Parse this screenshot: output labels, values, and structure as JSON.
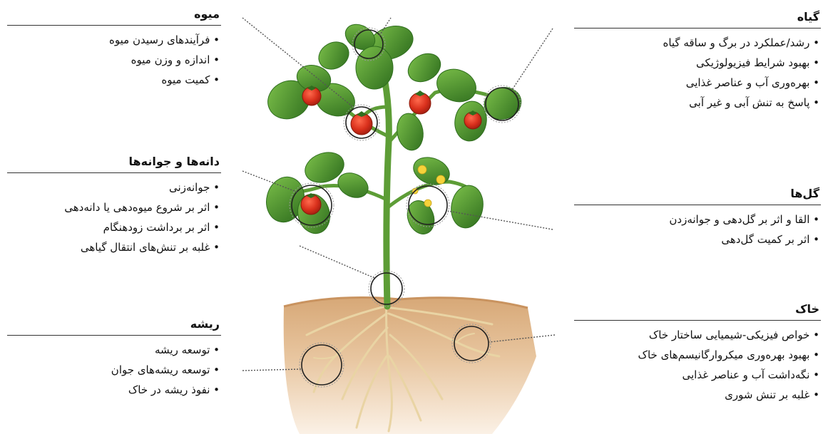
{
  "panels": {
    "fruit": {
      "title": "میوه",
      "items": [
        "فرآیندهای رسیدن میوه",
        "اندازه و وزن میوه",
        "کمیت میوه"
      ]
    },
    "seeds": {
      "title": "دانه‌ها و جوانه‌ها",
      "items": [
        "جوانه‌زنی",
        "اثر بر شروع میوه‌دهی یا دانه‌دهی",
        "اثر بر برداشت زودهنگام",
        "غلبه بر تنش‌های انتقال گیاهی"
      ]
    },
    "root": {
      "title": "ریشه",
      "items": [
        "توسعه ریشه",
        "توسعه ریشه‌های جوان",
        "نفوذ ریشه در خاک"
      ]
    },
    "plant": {
      "title": "گیاه",
      "items": [
        "رشد/عملکرد در برگ و ساقه گیاه",
        "بهبود شرایط فیزیولوژیکی",
        "بهره‌وری آب و عناصر غذایی",
        "پاسخ به تنش آبی و غیر آبی"
      ]
    },
    "flowers": {
      "title": "گل‌ها",
      "items": [
        "القا و اثر بر گل‌دهی و جوانه‌زدن",
        "اثر بر کمیت گل‌دهی"
      ]
    },
    "soil": {
      "title": "خاک",
      "items": [
        "خواص فیزیکی-شیمیایی ساختار خاک",
        "بهبود بهره‌وری میکروارگانیسم‌های خاک",
        "نگه‌داشت آب و عناصر غذایی",
        "غلبه بر تنش شوری"
      ]
    }
  },
  "colors": {
    "leaf": "#4e9a2f",
    "leaf_dark": "#2f6e1e",
    "stem": "#5d9d36",
    "tomato": "#d9301c",
    "flower": "#f5d23a",
    "soil_top": "#d7a877",
    "soil_bottom": "#f3dcc2",
    "root": "#e9d4a4"
  }
}
